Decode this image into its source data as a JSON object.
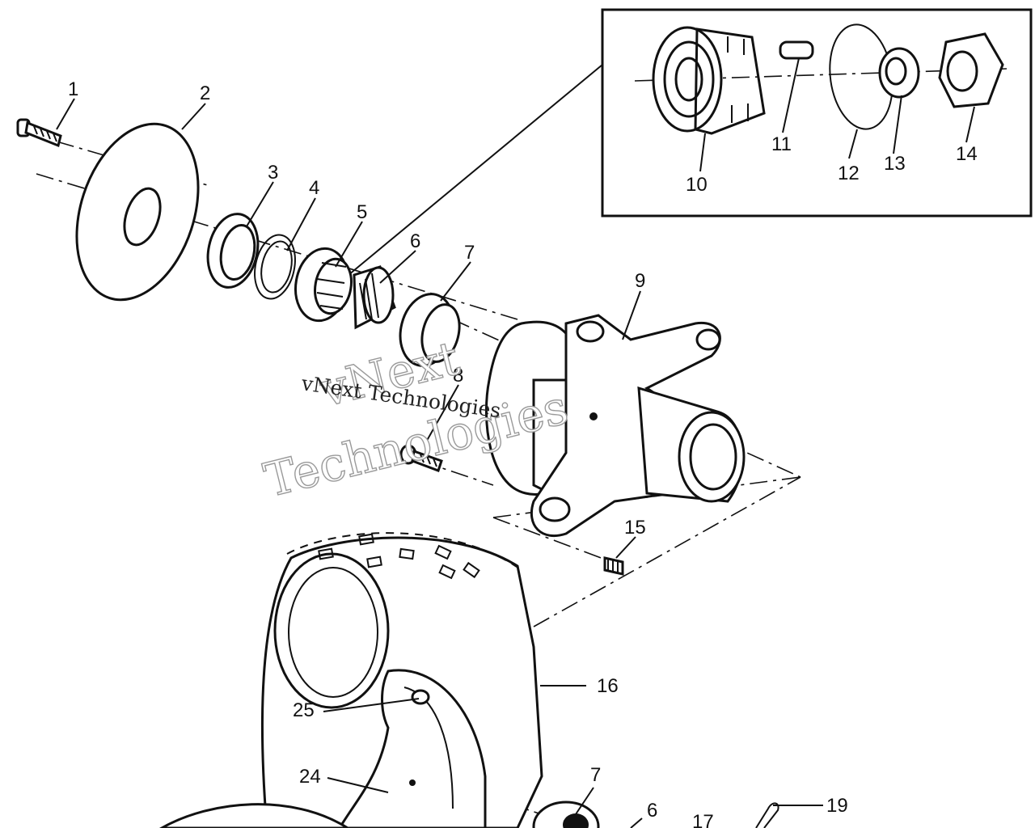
{
  "diagram": {
    "callouts": [
      {
        "id": "1",
        "text": "1"
      },
      {
        "id": "2",
        "text": "2"
      },
      {
        "id": "3",
        "text": "3"
      },
      {
        "id": "4",
        "text": "4"
      },
      {
        "id": "5",
        "text": "5"
      },
      {
        "id": "6",
        "text": "6"
      },
      {
        "id": "7",
        "text": "7"
      },
      {
        "id": "8",
        "text": "8"
      },
      {
        "id": "9",
        "text": "9"
      },
      {
        "id": "10",
        "text": "10"
      },
      {
        "id": "11",
        "text": "11"
      },
      {
        "id": "12",
        "text": "12"
      },
      {
        "id": "13",
        "text": "13"
      },
      {
        "id": "14",
        "text": "14"
      },
      {
        "id": "15",
        "text": "15"
      },
      {
        "id": "16",
        "text": "16"
      },
      {
        "id": "17",
        "text": "17"
      },
      {
        "id": "19",
        "text": "19"
      },
      {
        "id": "24",
        "text": "24"
      },
      {
        "id": "25",
        "text": "25"
      },
      {
        "id": "6b",
        "text": "6"
      },
      {
        "id": "7b",
        "text": "7"
      }
    ],
    "watermark": {
      "big_line1": "vNext",
      "big_line2": "Technologies",
      "small": "vNext Technologies"
    }
  }
}
